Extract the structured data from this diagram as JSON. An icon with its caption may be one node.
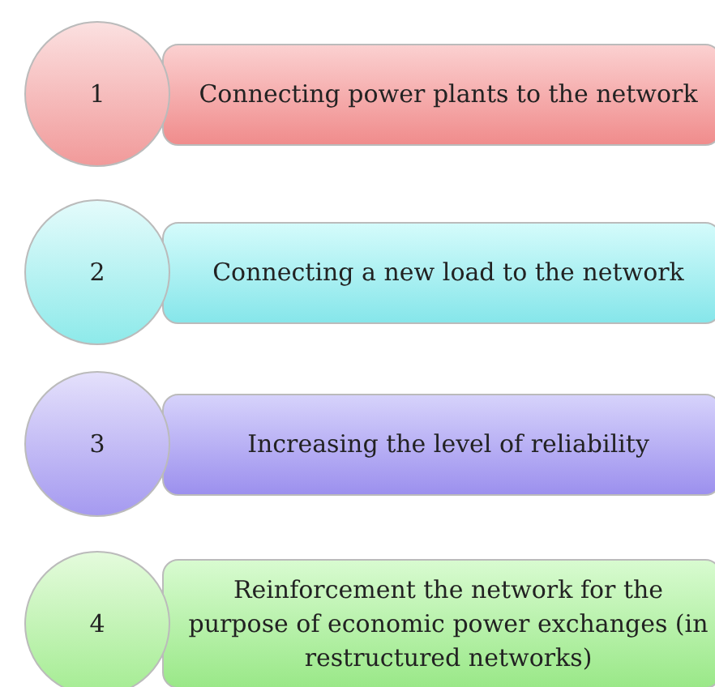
{
  "diagram": {
    "nodes": [
      {
        "text": [
          "1"
        ]
      },
      {
        "text": [
          "Connecting power plants to the network"
        ]
      },
      {
        "text": [
          "2"
        ]
      },
      {
        "text": [
          "Connecting a new load to the network"
        ]
      },
      {
        "text": [
          "3"
        ]
      },
      {
        "text": [
          "Increasing the level of reliability"
        ]
      },
      {
        "text": [
          "4"
        ]
      },
      {
        "text": [
          "Reinforcement the network for the purpose of economic power exchanges (in restructured networks)"
        ]
      }
    ]
  }
}
